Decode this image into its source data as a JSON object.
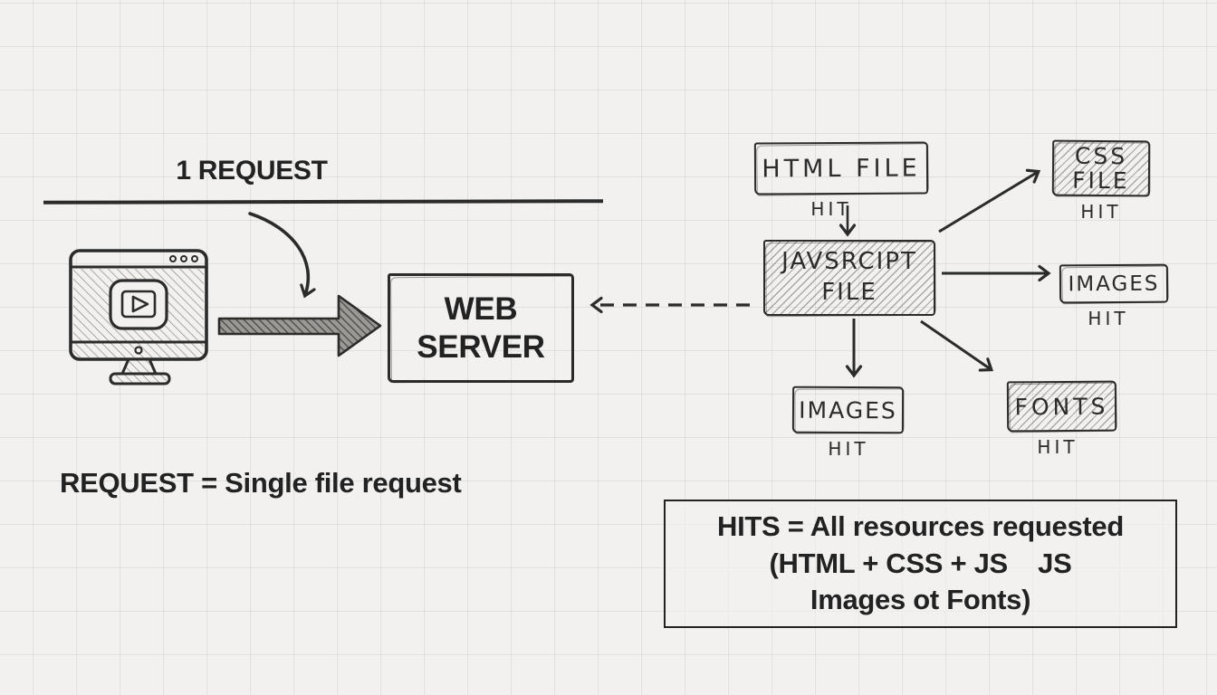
{
  "colors": {
    "ink": "#2b2b2b",
    "paper": "#f2f1ef",
    "grid": "#e4e3e0"
  },
  "icons": {
    "monitor": "browser-window-monitor-with-video-play-button",
    "request_arrow": "thick-hatched-right-arrow",
    "curved_arrow": "curved-down-annotation-arrow",
    "dashed_arrow": "dashed-left-response-arrow"
  },
  "left": {
    "title": "1 REQUEST",
    "server_box": {
      "line1": "WEB",
      "line2": "SERVER"
    },
    "caption": "REQUEST = Single file request"
  },
  "flow": {
    "html_file": {
      "label": "HTML FILE",
      "hit": "HIT"
    },
    "js_file": {
      "line1": "JAVSRCIPT",
      "line2": "FILE"
    },
    "css_file": {
      "line1": "CSS",
      "line2": "FILE",
      "hit": "HIT"
    },
    "images_right": {
      "label": "IMAGES",
      "hit": "HIT"
    },
    "images_bottom": {
      "label": "IMAGES",
      "hit": "HIT"
    },
    "fonts": {
      "label": "FONTS",
      "hit": "HIT"
    }
  },
  "summary": {
    "line1": "HITS = All resources requested",
    "line2": "(HTML + CSS + JS    JS",
    "line3": "Images ot Fonts)"
  }
}
